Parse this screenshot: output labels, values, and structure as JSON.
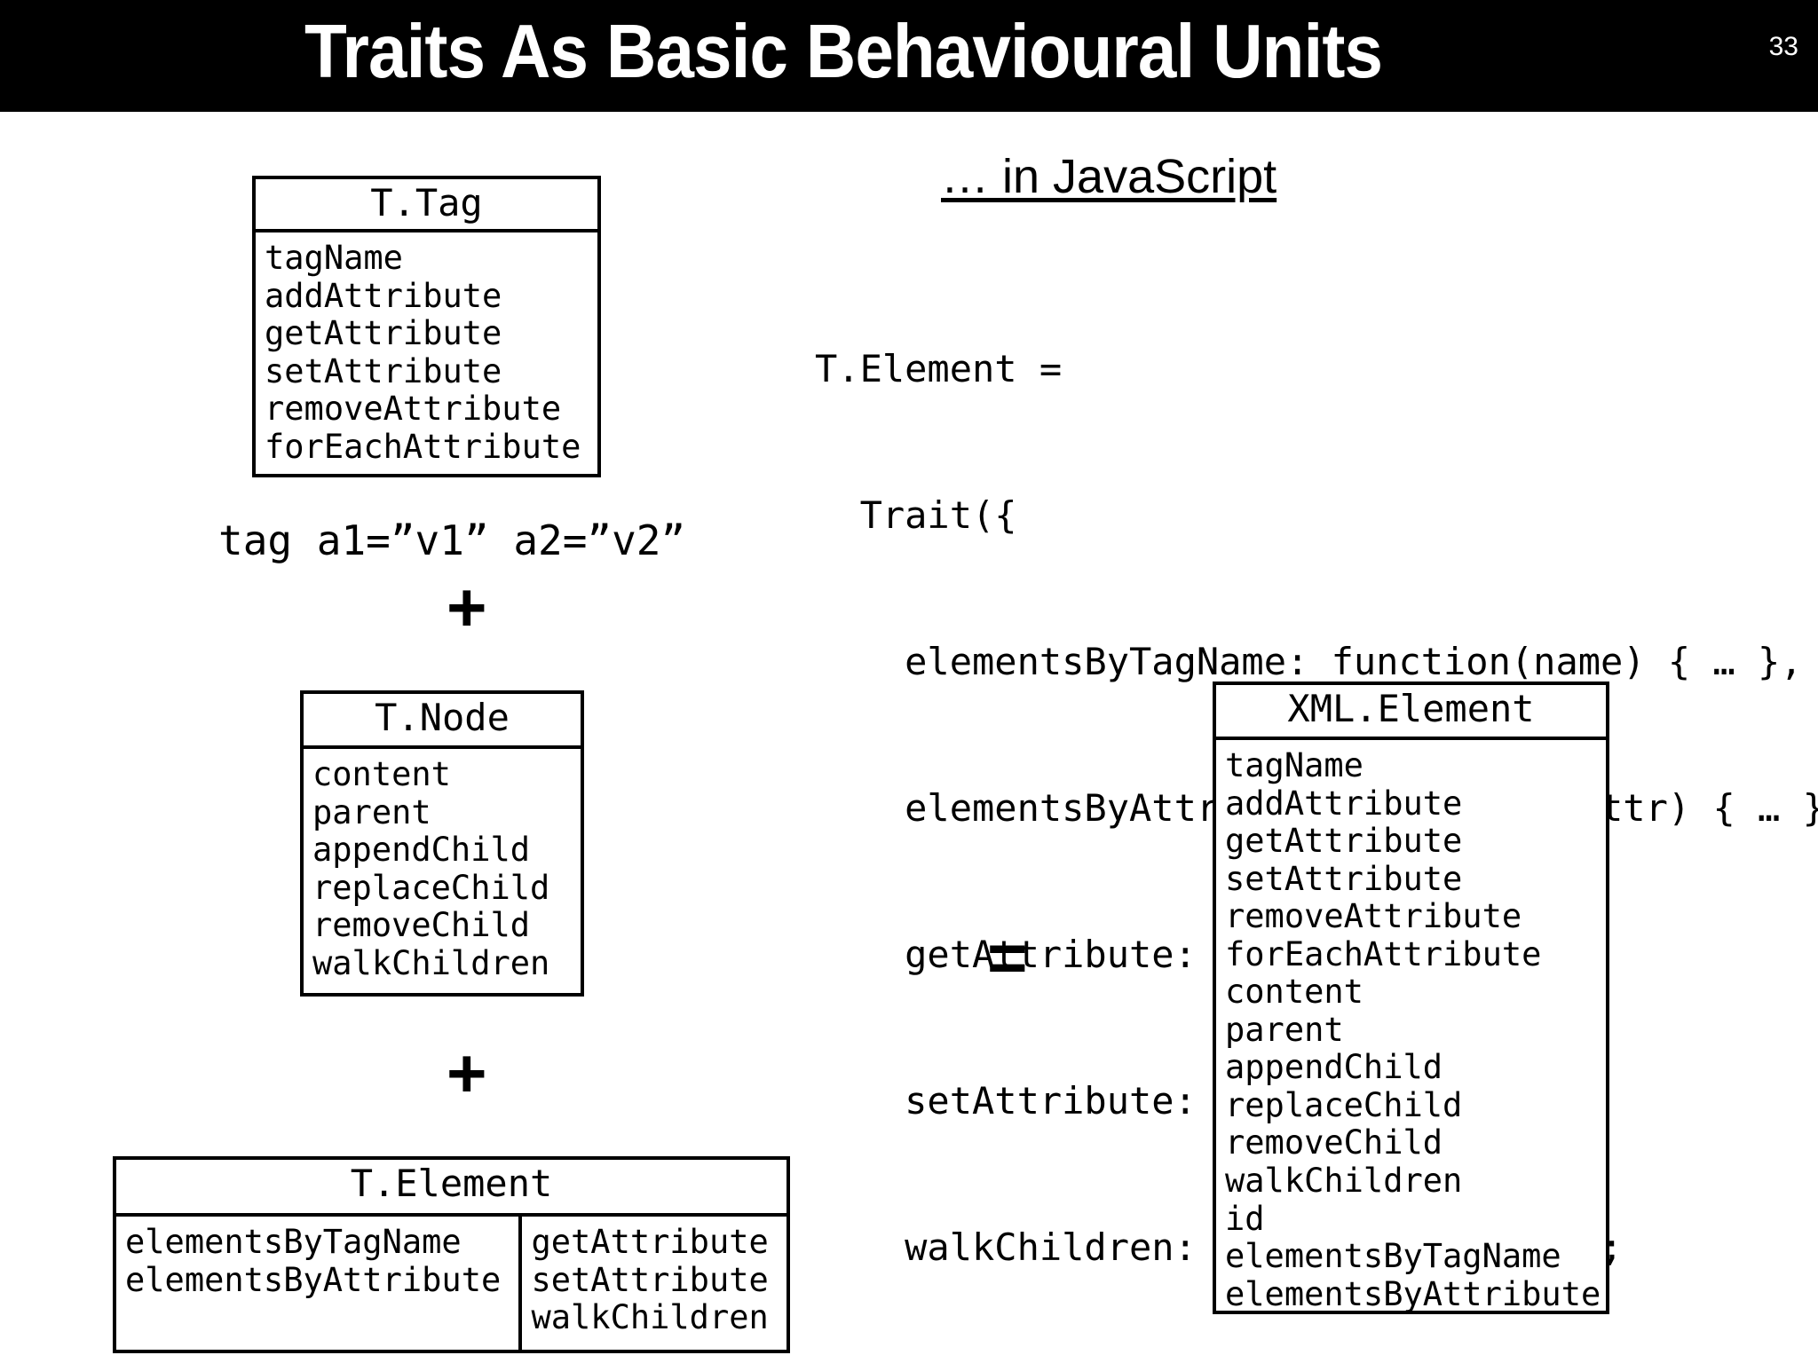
{
  "slide": {
    "title": "Traits As Basic Behavioural Units",
    "number": "33",
    "title_bg": "#000000",
    "title_fg": "#ffffff",
    "body_bg": "#ffffff",
    "ink": "#000000"
  },
  "boxes": {
    "t_tag": {
      "title": "T.Tag",
      "columns": [
        [
          "tagName",
          "addAttribute",
          "getAttribute",
          "setAttribute",
          "removeAttribute",
          "forEachAttribute"
        ]
      ]
    },
    "t_node": {
      "title": "T.Node",
      "columns": [
        [
          "content",
          "parent",
          "appendChild",
          "replaceChild",
          "removeChild",
          "walkChildren"
        ]
      ]
    },
    "t_element": {
      "title": "T.Element",
      "columns": [
        [
          "elementsByTagName",
          "elementsByAttribute"
        ],
        [
          "getAttribute",
          "setAttribute",
          "walkChildren"
        ]
      ]
    },
    "xml_element": {
      "title": "XML.Element",
      "columns": [
        [
          "tagName",
          "addAttribute",
          "getAttribute",
          "setAttribute",
          "removeAttribute",
          "forEachAttribute",
          "content",
          "parent",
          "appendChild",
          "replaceChild",
          "removeChild",
          "walkChildren",
          "id",
          "elementsByTagName",
          "elementsByAttribute"
        ]
      ]
    }
  },
  "annotations": {
    "tag_example": "tag a1=”v1” a2=”v2”",
    "plus_1": "+",
    "plus_2": "+",
    "equals": "="
  },
  "javascript": {
    "heading": "… in JavaScript",
    "code_lines": [
      "T.Element =",
      "  Trait({",
      "    elementsByTagName: function(name) { … },",
      "    elementsByAttribute: function(attr) { … },",
      "    getAttribute: Trait.required,",
      "    setAttribute: Trait.required,",
      "    walkChildren: Trait.required });"
    ]
  }
}
